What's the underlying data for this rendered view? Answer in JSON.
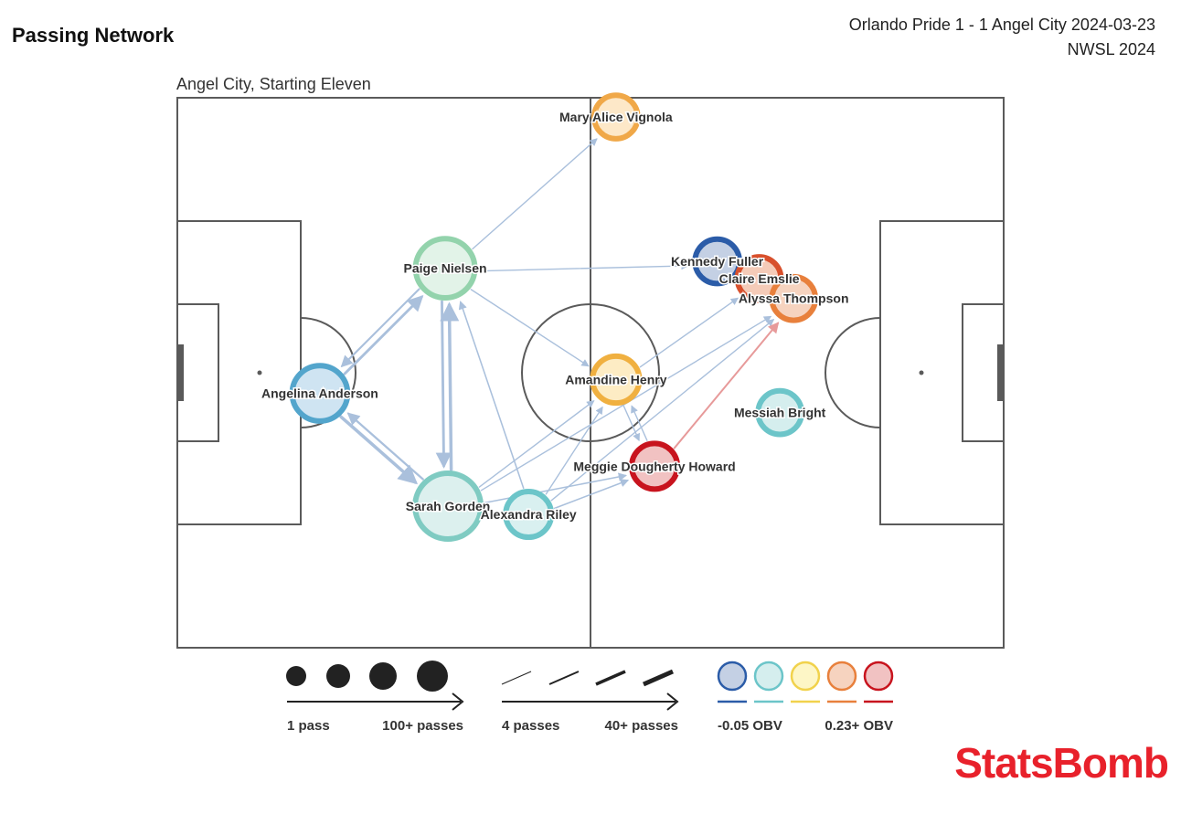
{
  "header": {
    "title": "Passing Network",
    "match": "Orlando Pride 1 - 1 Angel City 2024-03-23",
    "competition": "NWSL 2024",
    "team_label": "Angel City, Starting Eleven"
  },
  "brand": {
    "name": "StatsBomb"
  },
  "colors": {
    "obv_scale": [
      "#2b5ca8",
      "#6cc5c9",
      "#f1d24c",
      "#e8803c",
      "#c8141e"
    ],
    "obv_fill": [
      "#c4d0e4",
      "#d5eeee",
      "#fdf6c6",
      "#f6d3bf",
      "#f1c2c2"
    ],
    "edge_default": "#aac0dc",
    "edge_high": "#e79a9a",
    "brand": "#e8212b"
  },
  "legend": {
    "size_min_label": "1 pass",
    "size_max_label": "100+ passes",
    "width_min_label": "4 passes",
    "width_max_label": "40+ passes",
    "obv_min_label": "-0.05 OBV",
    "obv_max_label": "0.23+ OBV"
  },
  "chart_data": {
    "type": "network",
    "pitch": {
      "length": 120,
      "width": 80
    },
    "nodes": [
      {
        "id": "mav",
        "name": "Mary Alice Vignola",
        "x": 63.7,
        "y": 2.8,
        "passes": 20,
        "obv_color": "#f0a848",
        "obv_fill": "#fde8c8"
      },
      {
        "id": "pn",
        "name": "Paige Nielsen",
        "x": 38.9,
        "y": 24.8,
        "passes": 70,
        "obv_color": "#93d3ac",
        "obv_fill": "#e2f3e8"
      },
      {
        "id": "aa",
        "name": "Angelina Anderson",
        "x": 20.7,
        "y": 43.0,
        "passes": 55,
        "obv_color": "#53a5cc",
        "obv_fill": "#cfe4f2"
      },
      {
        "id": "sg",
        "name": "Sarah Gorden",
        "x": 39.3,
        "y": 59.4,
        "passes": 100,
        "obv_color": "#7fcbc2",
        "obv_fill": "#dcf0ee"
      },
      {
        "id": "ar",
        "name": "Alexandra Riley",
        "x": 51.0,
        "y": 60.6,
        "passes": 25,
        "obv_color": "#6cc5c9",
        "obv_fill": "#d9f0f0"
      },
      {
        "id": "ah",
        "name": "Amandine Henry",
        "x": 63.7,
        "y": 41.0,
        "passes": 28,
        "obv_color": "#f0b040",
        "obv_fill": "#fdecc4"
      },
      {
        "id": "mdh",
        "name": "Meggie Dougherty Howard",
        "x": 69.3,
        "y": 53.6,
        "passes": 25,
        "obv_color": "#c8141e",
        "obv_fill": "#f1c2c2"
      },
      {
        "id": "kf",
        "name": "Kennedy Fuller",
        "x": 78.4,
        "y": 23.8,
        "passes": 22,
        "obv_color": "#2b5ca8",
        "obv_fill": "#c4d0e4"
      },
      {
        "id": "ce",
        "name": "Claire Emslie",
        "x": 84.5,
        "y": 26.3,
        "passes": 20,
        "obv_color": "#d8502c",
        "obv_fill": "#f5cbb8"
      },
      {
        "id": "at",
        "name": "Alyssa Thompson",
        "x": 89.5,
        "y": 29.2,
        "passes": 20,
        "obv_color": "#e8803c",
        "obv_fill": "#f6d3bf"
      },
      {
        "id": "mb",
        "name": "Messiah Bright",
        "x": 87.5,
        "y": 45.8,
        "passes": 20,
        "obv_color": "#6cc5c9",
        "obv_fill": "#d5eeee"
      }
    ],
    "edges": [
      {
        "from": "aa",
        "to": "pn",
        "passes": 14
      },
      {
        "from": "pn",
        "to": "aa",
        "passes": 9
      },
      {
        "from": "aa",
        "to": "sg",
        "passes": 18
      },
      {
        "from": "sg",
        "to": "aa",
        "passes": 10
      },
      {
        "from": "pn",
        "to": "sg",
        "passes": 14
      },
      {
        "from": "sg",
        "to": "pn",
        "passes": 18
      },
      {
        "from": "ar",
        "to": "pn",
        "passes": 5
      },
      {
        "from": "sg",
        "to": "ar",
        "passes": 4
      },
      {
        "from": "sg",
        "to": "mdh",
        "passes": 5
      },
      {
        "from": "ar",
        "to": "mdh",
        "passes": 5
      },
      {
        "from": "pn",
        "to": "mav",
        "passes": 4
      },
      {
        "from": "pn",
        "to": "kf",
        "passes": 4
      },
      {
        "from": "pn",
        "to": "ah",
        "passes": 4
      },
      {
        "from": "sg",
        "to": "ah",
        "passes": 4
      },
      {
        "from": "ar",
        "to": "ah",
        "passes": 4
      },
      {
        "from": "ah",
        "to": "mdh",
        "passes": 4
      },
      {
        "from": "mdh",
        "to": "ah",
        "passes": 4
      },
      {
        "from": "sg",
        "to": "at",
        "passes": 4
      },
      {
        "from": "ar",
        "to": "at",
        "passes": 4
      },
      {
        "from": "ah",
        "to": "ce",
        "passes": 4
      },
      {
        "from": "mdh",
        "to": "at",
        "passes": 8,
        "high_obv": true
      }
    ]
  }
}
